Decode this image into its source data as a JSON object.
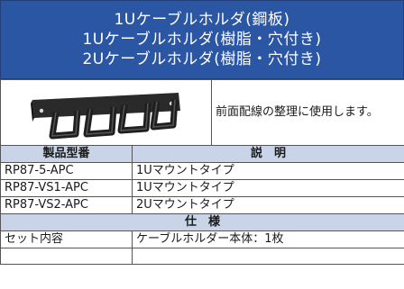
{
  "title": {
    "line1": "1Uケーブルホルダ(鋼板)",
    "line2": "1Uケーブルホルダ(樹脂・穴付き)",
    "line3": "2Uケーブルホルダ(樹脂・穴付き)"
  },
  "product": {
    "description": "前面配線の整理に使用します。"
  },
  "models_table": {
    "header_model": "製品型番",
    "header_desc": "説　明",
    "rows": [
      {
        "model": "RP87-5-APC",
        "desc": "1Uマウントタイプ"
      },
      {
        "model": "RP87-VS1-APC",
        "desc": "1Uマウントタイプ"
      },
      {
        "model": "RP87-VS2-APC",
        "desc": "2Uマウントタイプ"
      }
    ]
  },
  "spec_table": {
    "header": "仕　様",
    "rows": [
      {
        "label": "セット内容",
        "value": "ケーブルホルダー本体：1枚"
      }
    ]
  },
  "colors": {
    "title_bg": "#2b56a3",
    "header_bg": "#c9d4e8"
  }
}
